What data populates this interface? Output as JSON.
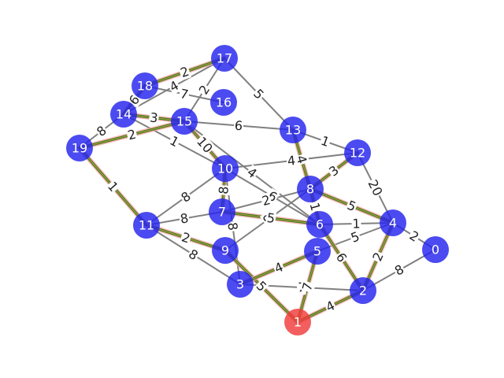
{
  "colors": {
    "node": "#2323ee",
    "highlight_node": "#f03c3c",
    "edge": "#808080",
    "path": "#2e7d1e",
    "path_halo": "#ffa0a0"
  },
  "nodes": [
    {
      "id": "0",
      "highlight": false
    },
    {
      "id": "1",
      "highlight": true
    },
    {
      "id": "2",
      "highlight": false
    },
    {
      "id": "3",
      "highlight": false
    },
    {
      "id": "4",
      "highlight": false
    },
    {
      "id": "5",
      "highlight": false
    },
    {
      "id": "6",
      "highlight": false
    },
    {
      "id": "7",
      "highlight": false
    },
    {
      "id": "8",
      "highlight": false
    },
    {
      "id": "9",
      "highlight": false
    },
    {
      "id": "10",
      "highlight": false
    },
    {
      "id": "11",
      "highlight": false
    },
    {
      "id": "12",
      "highlight": false
    },
    {
      "id": "13",
      "highlight": false
    },
    {
      "id": "14",
      "highlight": false
    },
    {
      "id": "15",
      "highlight": false
    },
    {
      "id": "16",
      "highlight": false
    },
    {
      "id": "17",
      "highlight": false
    },
    {
      "id": "18",
      "highlight": false
    },
    {
      "id": "19",
      "highlight": false
    }
  ],
  "edges": [
    {
      "source": "1",
      "target": "2",
      "weight": "4",
      "on_path": true
    },
    {
      "source": "1",
      "target": "5",
      "weight": "7",
      "on_path": true
    },
    {
      "source": "1",
      "target": "9",
      "weight": "5",
      "on_path": true
    },
    {
      "source": "2",
      "target": "0",
      "weight": "8",
      "on_path": false
    },
    {
      "source": "2",
      "target": "4",
      "weight": "2",
      "on_path": true
    },
    {
      "source": "2",
      "target": "6",
      "weight": "6",
      "on_path": true
    },
    {
      "source": "3",
      "target": "2",
      "weight": "7",
      "on_path": false
    },
    {
      "source": "3",
      "target": "5",
      "weight": "4",
      "on_path": true
    },
    {
      "source": "3",
      "target": "11",
      "weight": "8",
      "on_path": false
    },
    {
      "source": "3",
      "target": "10",
      "weight": "8",
      "on_path": false
    },
    {
      "source": "4",
      "target": "0",
      "weight": "2",
      "on_path": false
    },
    {
      "source": "4",
      "target": "12",
      "weight": "20",
      "on_path": false
    },
    {
      "source": "4",
      "target": "8",
      "weight": "5",
      "on_path": true
    },
    {
      "source": "4",
      "target": "5",
      "weight": "5",
      "on_path": false
    },
    {
      "source": "6",
      "target": "8",
      "weight": "1",
      "on_path": true
    },
    {
      "source": "6",
      "target": "7",
      "weight": "5",
      "on_path": true
    },
    {
      "source": "6",
      "target": "10",
      "weight": "6",
      "on_path": false
    },
    {
      "source": "6",
      "target": "15",
      "weight": "4",
      "on_path": false
    },
    {
      "source": "6",
      "target": "4",
      "weight": "1",
      "on_path": false
    },
    {
      "source": "8",
      "target": "12",
      "weight": "3",
      "on_path": true
    },
    {
      "source": "8",
      "target": "13",
      "weight": "4",
      "on_path": true
    },
    {
      "source": "8",
      "target": "7",
      "weight": "2",
      "on_path": false
    },
    {
      "source": "8",
      "target": "9",
      "weight": "9",
      "on_path": false
    },
    {
      "source": "10",
      "target": "12",
      "weight": "4",
      "on_path": false
    },
    {
      "source": "10",
      "target": "7",
      "weight": "8",
      "on_path": true
    },
    {
      "source": "10",
      "target": "11",
      "weight": "8",
      "on_path": false
    },
    {
      "source": "10",
      "target": "15",
      "weight": "10",
      "on_path": true
    },
    {
      "source": "10",
      "target": "14",
      "weight": "1",
      "on_path": false
    },
    {
      "source": "11",
      "target": "7",
      "weight": "8",
      "on_path": false
    },
    {
      "source": "11",
      "target": "9",
      "weight": "2",
      "on_path": true
    },
    {
      "source": "11",
      "target": "19",
      "weight": "1",
      "on_path": true
    },
    {
      "source": "12",
      "target": "13",
      "weight": "1",
      "on_path": false
    },
    {
      "source": "13",
      "target": "15",
      "weight": "6",
      "on_path": false
    },
    {
      "source": "13",
      "target": "17",
      "weight": "5",
      "on_path": false
    },
    {
      "source": "15",
      "target": "19",
      "weight": "2",
      "on_path": true
    },
    {
      "source": "15",
      "target": "14",
      "weight": "3",
      "on_path": true
    },
    {
      "source": "15",
      "target": "17",
      "weight": "2",
      "on_path": false
    },
    {
      "source": "18",
      "target": "17",
      "weight": "2",
      "on_path": true
    },
    {
      "source": "18",
      "target": "16",
      "weight": "7",
      "on_path": false
    },
    {
      "source": "18",
      "target": "14",
      "weight": "6",
      "on_path": true
    },
    {
      "source": "14",
      "target": "19",
      "weight": "8",
      "on_path": false
    },
    {
      "source": "14",
      "target": "17",
      "weight": "4",
      "on_path": false
    }
  ]
}
